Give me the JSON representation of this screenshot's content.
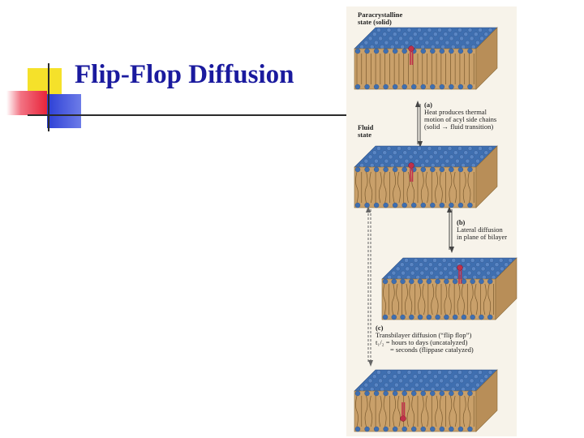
{
  "slide": {
    "title": "Flip-Flop Diffusion"
  },
  "figure": {
    "top_label_line1": "Paracrystalline",
    "top_label_line2": "state (solid)",
    "a_tag": "(a)",
    "a_line1": "Heat produces thermal",
    "a_line2": "motion of acyl side chains",
    "a_line3": "(solid → fluid transition)",
    "fluid_line1": "Fluid",
    "fluid_line2": "state",
    "b_tag": "(b)",
    "b_line1": "Lateral diffusion",
    "b_line2": "in plane of bilayer",
    "c_tag": "(c)",
    "c_line1": "Transbilayer diffusion (“flip flop”)",
    "c_line2": "t₁/₂ = hours to days (uncatalyzed)",
    "c_line3": "= seconds (flippase catalyzed)"
  },
  "colors": {
    "title": "#1a1a9e",
    "head_blue": "#3f6fb0",
    "tail_tan": "#c9a06a",
    "lipid_red": "#c0304a",
    "logo_yellow": "#f5e12a",
    "logo_red": "#e8243a",
    "logo_blue": "#2c3fd6"
  }
}
